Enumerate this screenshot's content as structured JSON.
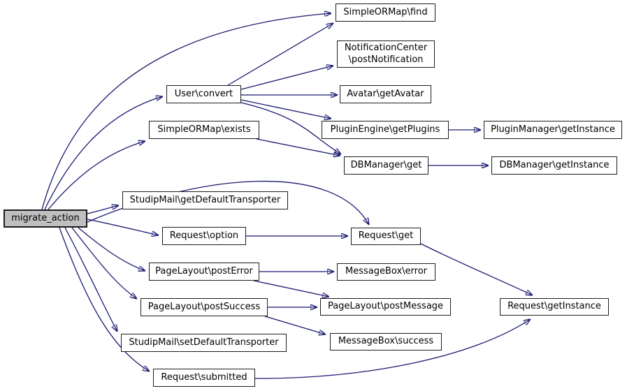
{
  "diagram": {
    "kind": "doxygen-call-graph",
    "edge_color": "#191970",
    "node_fill": "#ffffff",
    "root_fill": "#bfbfbf",
    "border_color": "#1c1c1c",
    "nodes": {
      "migrate_action": {
        "label": "migrate_action"
      },
      "simpleormap_find": {
        "label": "SimpleORMap\\find"
      },
      "notificationcenter_postnotification": {
        "label": "NotificationCenter\n\\postNotification"
      },
      "avatar_getavatar": {
        "label": "Avatar\\getAvatar"
      },
      "user_convert": {
        "label": "User\\convert"
      },
      "pluginengine_getplugins": {
        "label": "PluginEngine\\getPlugins"
      },
      "pluginmanager_getinstance": {
        "label": "PluginManager\\getInstance"
      },
      "simpleormap_exists": {
        "label": "SimpleORMap\\exists"
      },
      "dbmanager_get": {
        "label": "DBManager\\get"
      },
      "dbmanager_getinstance": {
        "label": "DBManager\\getInstance"
      },
      "studipmail_getdefaulttransporter": {
        "label": "StudipMail\\getDefaultTransporter"
      },
      "request_option": {
        "label": "Request\\option"
      },
      "request_get": {
        "label": "Request\\get"
      },
      "pagelayout_posterror": {
        "label": "PageLayout\\postError"
      },
      "messagebox_error": {
        "label": "MessageBox\\error"
      },
      "pagelayout_postsuccess": {
        "label": "PageLayout\\postSuccess"
      },
      "pagelayout_postmessage": {
        "label": "PageLayout\\postMessage"
      },
      "request_getinstance": {
        "label": "Request\\getInstance"
      },
      "studipmail_setdefaulttransporter": {
        "label": "StudipMail\\setDefaultTransporter"
      },
      "messagebox_success": {
        "label": "MessageBox\\success"
      },
      "request_submitted": {
        "label": "Request\\submitted"
      }
    },
    "edges": [
      {
        "from": "migrate_action",
        "to": "simpleormap_find"
      },
      {
        "from": "migrate_action",
        "to": "user_convert"
      },
      {
        "from": "migrate_action",
        "to": "simpleormap_exists"
      },
      {
        "from": "migrate_action",
        "to": "studipmail_getdefaulttransporter"
      },
      {
        "from": "migrate_action",
        "to": "request_option"
      },
      {
        "from": "migrate_action",
        "to": "request_get"
      },
      {
        "from": "migrate_action",
        "to": "pagelayout_posterror"
      },
      {
        "from": "migrate_action",
        "to": "pagelayout_postsuccess"
      },
      {
        "from": "migrate_action",
        "to": "studipmail_setdefaulttransporter"
      },
      {
        "from": "migrate_action",
        "to": "request_submitted"
      },
      {
        "from": "user_convert",
        "to": "simpleormap_find"
      },
      {
        "from": "user_convert",
        "to": "notificationcenter_postnotification"
      },
      {
        "from": "user_convert",
        "to": "avatar_getavatar"
      },
      {
        "from": "user_convert",
        "to": "pluginengine_getplugins"
      },
      {
        "from": "user_convert",
        "to": "dbmanager_get"
      },
      {
        "from": "simpleormap_exists",
        "to": "dbmanager_get"
      },
      {
        "from": "pluginengine_getplugins",
        "to": "pluginmanager_getinstance"
      },
      {
        "from": "dbmanager_get",
        "to": "dbmanager_getinstance"
      },
      {
        "from": "request_option",
        "to": "request_get"
      },
      {
        "from": "pagelayout_posterror",
        "to": "messagebox_error"
      },
      {
        "from": "pagelayout_posterror",
        "to": "pagelayout_postmessage"
      },
      {
        "from": "pagelayout_postsuccess",
        "to": "pagelayout_postmessage"
      },
      {
        "from": "pagelayout_postsuccess",
        "to": "messagebox_success"
      },
      {
        "from": "request_get",
        "to": "request_getinstance"
      },
      {
        "from": "request_submitted",
        "to": "request_getinstance"
      }
    ]
  }
}
